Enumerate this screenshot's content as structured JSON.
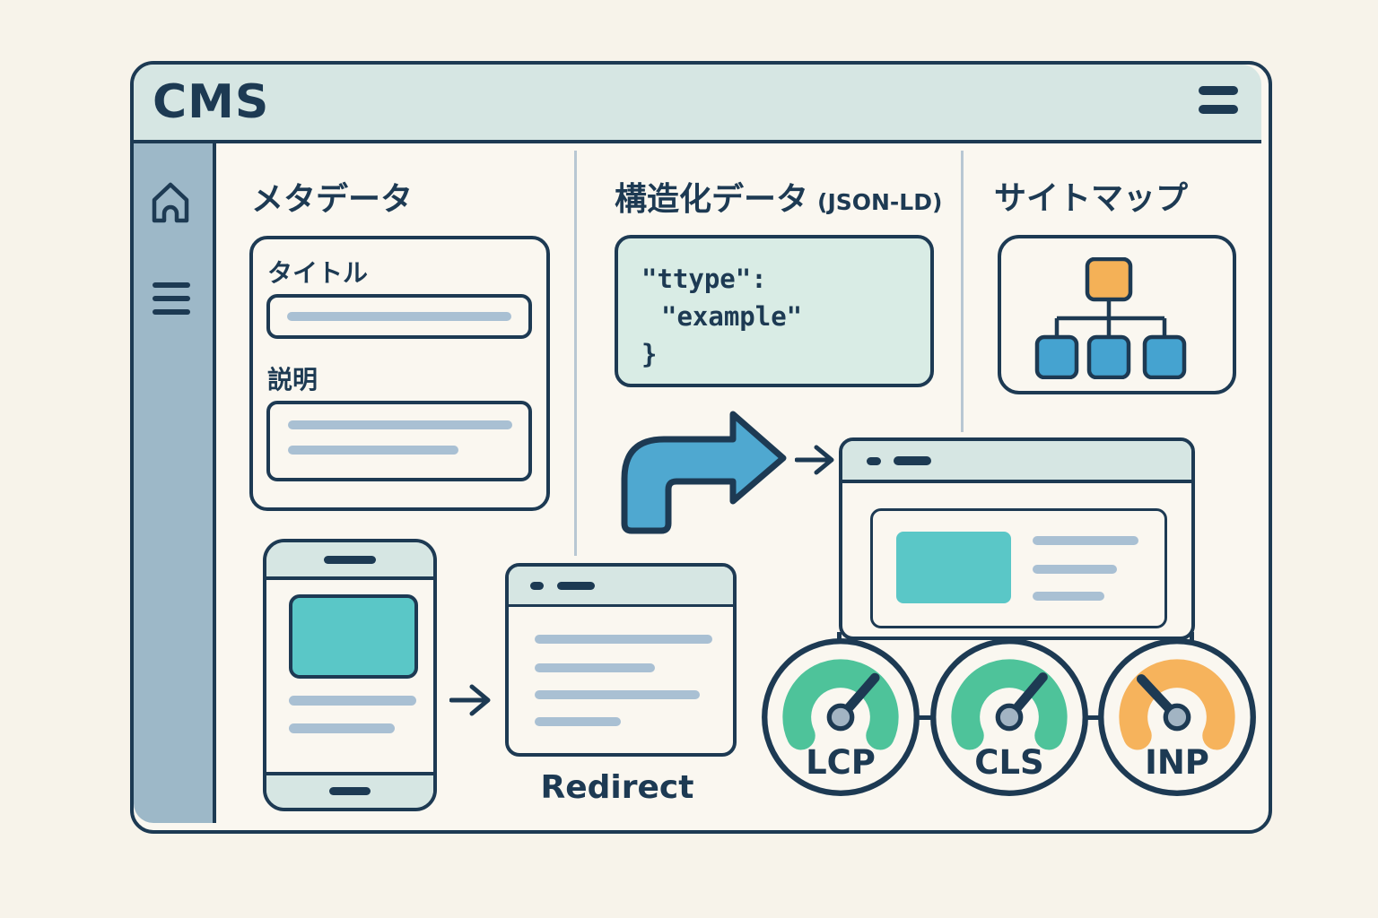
{
  "app": {
    "title": "CMS"
  },
  "sidebar": {
    "icons": [
      "home-icon",
      "menu-icon"
    ]
  },
  "metadata": {
    "heading": "メタデータ",
    "title_label": "タイトル",
    "description_label": "説明"
  },
  "structured_data": {
    "heading": "構造化データ",
    "format_note": "(JSON-LD)",
    "code": {
      "line1": "\"ttype\":",
      "line2": "\"example\"",
      "line3": "}"
    }
  },
  "sitemap": {
    "heading": "サイトマップ"
  },
  "flow": {
    "redirect_label": "Redirect"
  },
  "gauges": [
    {
      "label": "LCP",
      "arc_color": "#4ec39a",
      "needle_deg": 49
    },
    {
      "label": "CLS",
      "arc_color": "#4ec39a",
      "needle_deg": 50
    },
    {
      "label": "INP",
      "arc_color": "#f6b35c",
      "needle_deg": 133
    }
  ],
  "colors": {
    "navy": "#1d3a53",
    "window_bg": "#faf7f0",
    "page_bg": "#f7f3ea",
    "topbar": "#d6e6e3",
    "sidebar": "#9db8c8",
    "placeholder_bar": "#a9c0d3",
    "teal_block": "#5ac7c7",
    "code_bg": "#d9ece5",
    "curved_arrow_blue": "#4fa8d0",
    "sitemap_parent_orange": "#f4b157",
    "sitemap_child_blue": "#45a3d0",
    "gauge_green": "#4ec39a",
    "gauge_orange": "#f6b35c",
    "gauge_hub": "#a2b4c3",
    "divider": "#b8c7d3"
  }
}
